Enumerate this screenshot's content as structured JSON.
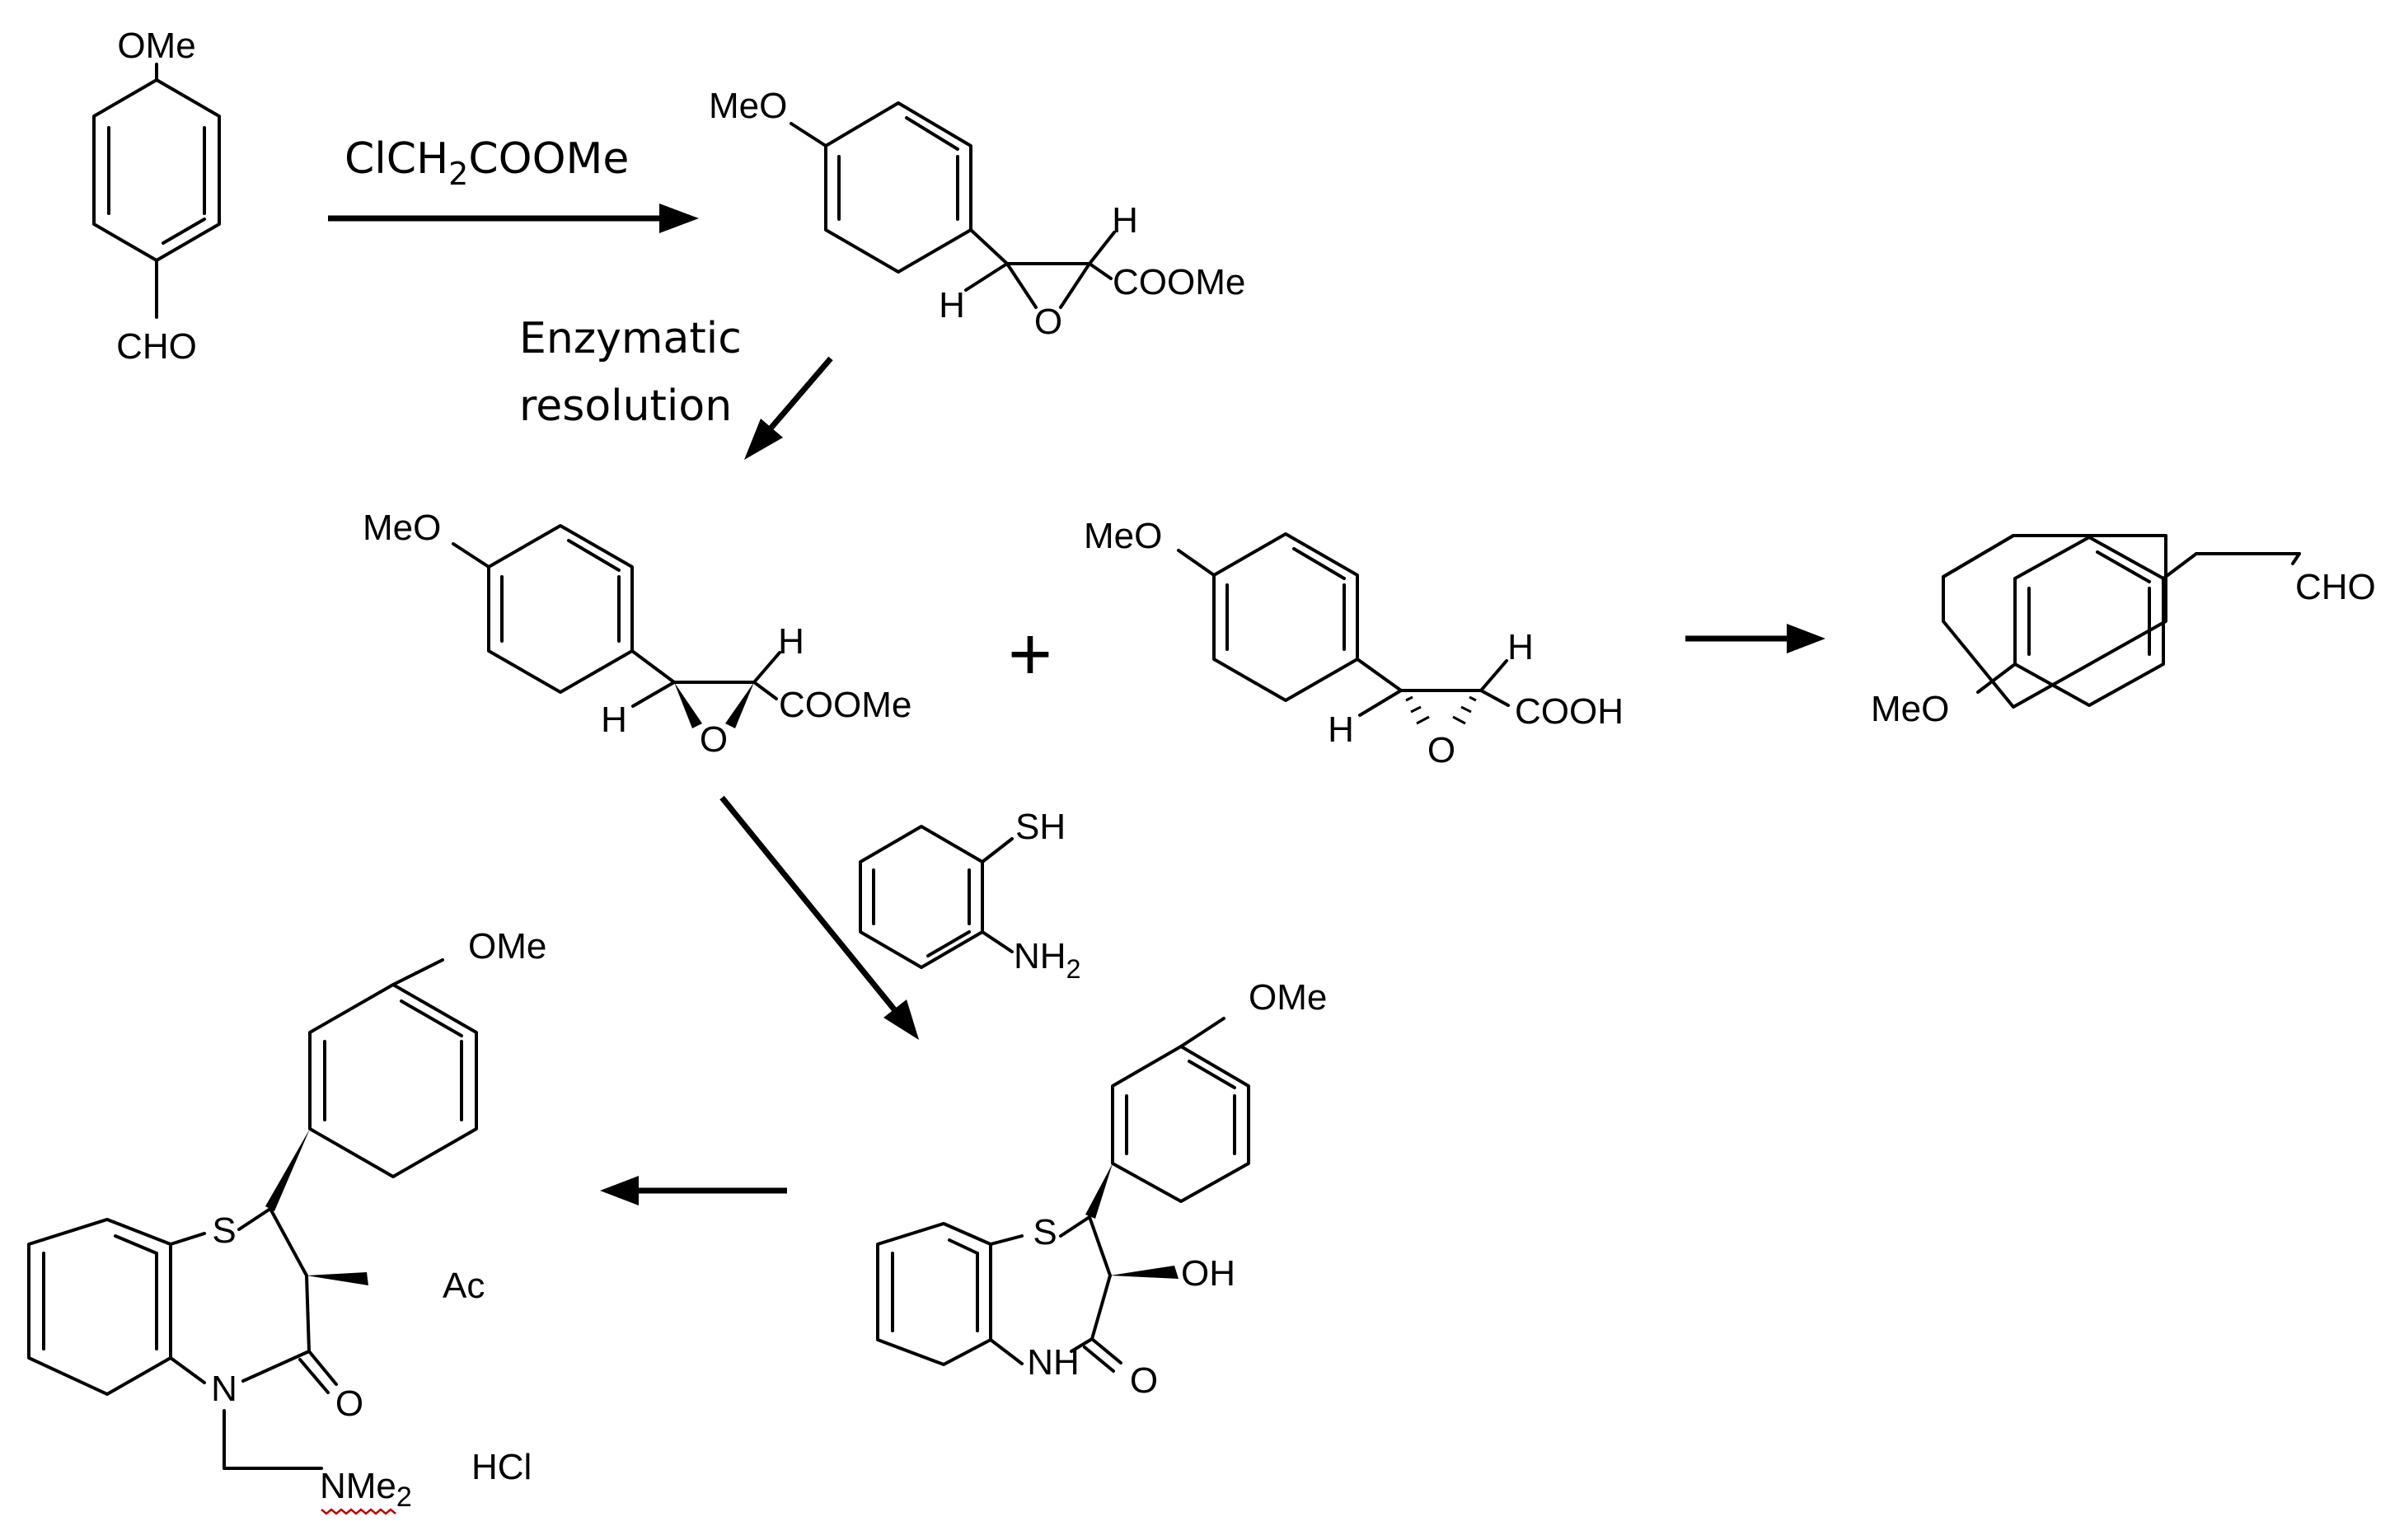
{
  "reagents": {
    "step1": "ClCH",
    "step1_sub": "2",
    "step1_tail": "COOMe",
    "step2_line1": "Enzymatic",
    "step2_line2": "resolution"
  },
  "atoms": {
    "ome": "OMe",
    "meo": "MeO",
    "cho": "CHO",
    "h": "H",
    "o": "O",
    "coome": "COOMe",
    "cooh": "COOH",
    "sh": "SH",
    "nh": "NH",
    "sub2": "2",
    "s": "S",
    "oh": "OH",
    "n": "N",
    "ac": "Ac",
    "nme": "NMe",
    "hcl": "HCl"
  },
  "plus_sign": "+"
}
